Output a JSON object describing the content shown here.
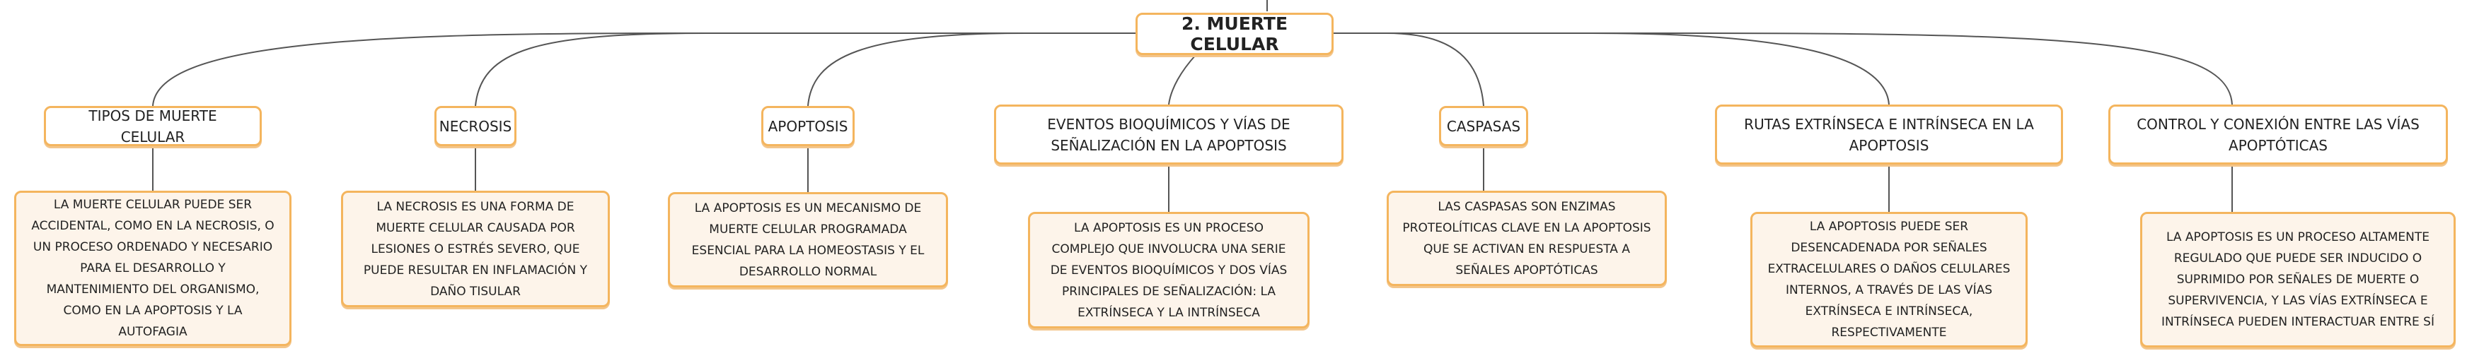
{
  "colors": {
    "border": "#f4b55e",
    "leaf_fill": "#fdf4ea",
    "connector": "#555555"
  },
  "root": {
    "title": "2. MUERTE CELULAR"
  },
  "branches": [
    {
      "title": "TIPOS DE MUERTE CELULAR",
      "detail": "LA MUERTE CELULAR PUEDE SER ACCIDENTAL, COMO EN LA NECROSIS, O UN PROCESO ORDENADO Y NECESARIO PARA EL DESARROLLO Y MANTENIMIENTO DEL ORGANISMO, COMO EN LA APOPTOSIS Y LA AUTOFAGIA"
    },
    {
      "title": "NECROSIS",
      "detail": "LA NECROSIS ES UNA FORMA DE MUERTE CELULAR CAUSADA POR LESIONES O ESTRÉS SEVERO, QUE PUEDE RESULTAR EN INFLAMACIÓN Y DAÑO TISULAR"
    },
    {
      "title": "APOPTOSIS",
      "detail": "LA APOPTOSIS ES UN MECANISMO DE MUERTE CELULAR PROGRAMADA ESENCIAL PARA LA HOMEOSTASIS Y EL DESARROLLO NORMAL"
    },
    {
      "title": "EVENTOS BIOQUÍMICOS Y VÍAS DE SEÑALIZACIÓN EN LA APOPTOSIS",
      "detail": "LA APOPTOSIS ES UN PROCESO COMPLEJO QUE INVOLUCRA UNA SERIE DE EVENTOS BIOQUÍMICOS Y DOS VÍAS PRINCIPALES DE SEÑALIZACIÓN: LA EXTRÍNSECA Y LA INTRÍNSECA"
    },
    {
      "title": "CASPASAS",
      "detail": "LAS CASPASAS SON ENZIMAS PROTEOLÍTICAS CLAVE EN LA APOPTOSIS QUE SE ACTIVAN EN RESPUESTA A SEÑALES APOPTÓTICAS"
    },
    {
      "title": "RUTAS EXTRÍNSECA E INTRÍNSECA EN LA APOPTOSIS",
      "detail": "LA APOPTOSIS PUEDE SER DESENCADENADA POR SEÑALES EXTRACELULARES O DAÑOS CELULARES INTERNOS, A TRAVÉS DE LAS VÍAS EXTRÍNSECA E INTRÍNSECA, RESPECTIVAMENTE"
    },
    {
      "title": "CONTROL Y CONEXIÓN ENTRE LAS VÍAS APOPTÓTICAS",
      "detail": "LA APOPTOSIS ES UN PROCESO ALTAMENTE REGULADO QUE PUEDE SER INDUCIDO O SUPRIMIDO POR SEÑALES DE MUERTE O SUPERVIVENCIA, Y LAS VÍAS EXTRÍNSECA E INTRÍNSECA PUEDEN INTERACTUAR ENTRE SÍ"
    }
  ]
}
